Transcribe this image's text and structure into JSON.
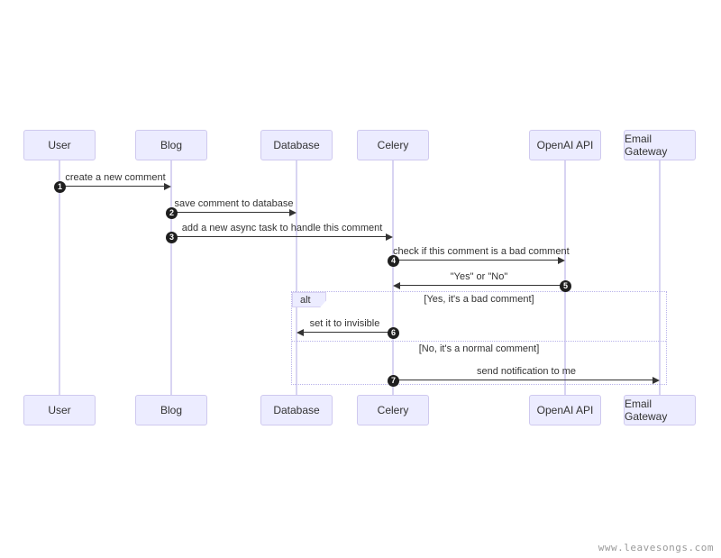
{
  "diagram": {
    "type": "sequence",
    "actors": [
      "User",
      "Blog",
      "Database",
      "Celery",
      "OpenAI API",
      "Email Gateway"
    ],
    "messages": [
      {
        "seq": "1",
        "from": "User",
        "to": "Blog",
        "label": "create a new comment"
      },
      {
        "seq": "2",
        "from": "Blog",
        "to": "Database",
        "label": "save comment to database"
      },
      {
        "seq": "3",
        "from": "Blog",
        "to": "Celery",
        "label": "add a new async task to handle this comment"
      },
      {
        "seq": "4",
        "from": "Celery",
        "to": "OpenAI API",
        "label": "check if this comment is a bad comment"
      },
      {
        "seq": "5",
        "from": "OpenAI API",
        "to": "Celery",
        "label": "\"Yes\" or \"No\""
      },
      {
        "seq": "6",
        "from": "Celery",
        "to": "Database",
        "label": "set it to invisible"
      },
      {
        "seq": "7",
        "from": "Celery",
        "to": "Email Gateway",
        "label": "send notification to me"
      }
    ],
    "alt": {
      "keyword": "alt",
      "branches": [
        {
          "condition": "[Yes, it's a bad comment]"
        },
        {
          "condition": "[No, it's a normal comment]"
        }
      ]
    }
  },
  "footer": {
    "text": "www.leavesongs.com"
  },
  "colors": {
    "background": "#ffffff",
    "actor_fill": "#ECECFF",
    "actor_border": "#cfc9ef",
    "lifeline": "#d8d4f2",
    "arrow": "#333333",
    "text": "#333333",
    "sequence_number_fill": "#1f1f1f",
    "sequence_number_text": "#ffffff",
    "alt_border": "#b9b3ea",
    "alt_label_fill": "#ECECFF",
    "footer_text": "#9a9a9a"
  }
}
